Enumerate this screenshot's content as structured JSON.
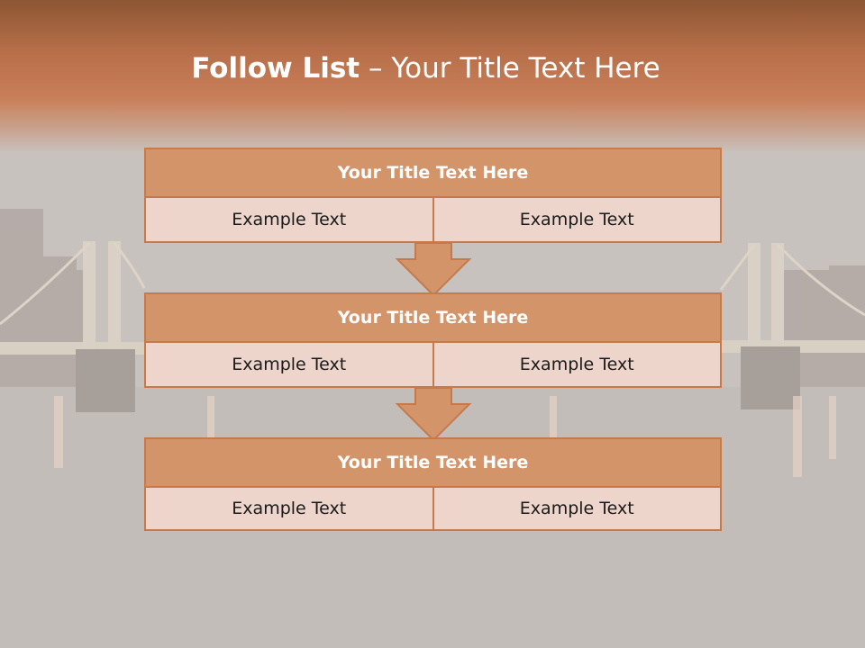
{
  "slide": {
    "title_bold": "Follow List",
    "title_rest": " – Your Title Text Here"
  },
  "steps": [
    {
      "title": "Your Title Text Here",
      "left": "Example Text",
      "right": "Example Text"
    },
    {
      "title": "Your Title Text Here",
      "left": "Example Text",
      "right": "Example Text"
    },
    {
      "title": "Your Title Text Here",
      "left": "Example Text",
      "right": "Example Text"
    }
  ],
  "colors": {
    "header": "#d3946a",
    "border": "#c67a4c",
    "cell": "#eed5cc",
    "band": "#b8704a"
  }
}
